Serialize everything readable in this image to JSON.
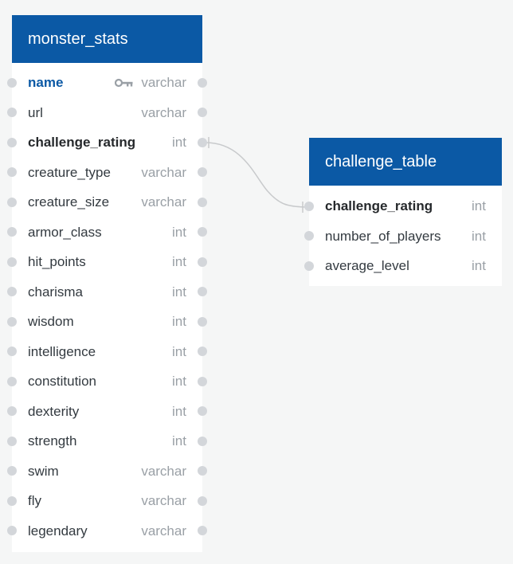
{
  "tables": [
    {
      "title": "monster_stats",
      "columns": [
        {
          "name": "name",
          "type": "varchar",
          "pk": true
        },
        {
          "name": "url",
          "type": "varchar"
        },
        {
          "name": "challenge_rating",
          "type": "int",
          "bold": true
        },
        {
          "name": "creature_type",
          "type": "varchar"
        },
        {
          "name": "creature_size",
          "type": "varchar"
        },
        {
          "name": "armor_class",
          "type": "int"
        },
        {
          "name": "hit_points",
          "type": "int"
        },
        {
          "name": "charisma",
          "type": "int"
        },
        {
          "name": "wisdom",
          "type": "int"
        },
        {
          "name": "intelligence",
          "type": "int"
        },
        {
          "name": "constitution",
          "type": "int"
        },
        {
          "name": "dexterity",
          "type": "int"
        },
        {
          "name": "strength",
          "type": "int"
        },
        {
          "name": "swim",
          "type": "varchar"
        },
        {
          "name": "fly",
          "type": "varchar"
        },
        {
          "name": "legendary",
          "type": "varchar"
        }
      ]
    },
    {
      "title": "challenge_table",
      "columns": [
        {
          "name": "challenge_rating",
          "type": "int",
          "bold": true
        },
        {
          "name": "number_of_players",
          "type": "int"
        },
        {
          "name": "average_level",
          "type": "int"
        }
      ]
    }
  ],
  "relationship": {
    "from": "monster_stats.challenge_rating",
    "to": "challenge_table.challenge_rating"
  },
  "colors": {
    "header": "#0b59a5",
    "background": "#f5f6f6",
    "type_text": "#9aa0a6",
    "connector": "#c8cacc"
  },
  "icons": {
    "primary_key": "key-icon"
  }
}
